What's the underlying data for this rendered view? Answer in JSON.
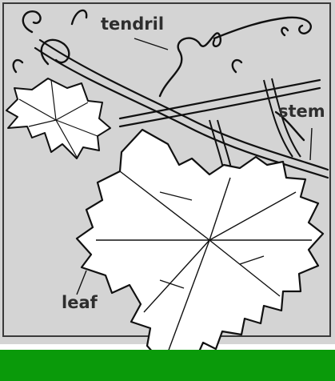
{
  "labels": {
    "tendril": "tendril",
    "stem": "stem",
    "leaf": "leaf"
  },
  "colors": {
    "panel": "#d4d4d4",
    "ink": "#111111",
    "leaf_fill": "#ffffff",
    "strip": "#0a9a0a"
  }
}
